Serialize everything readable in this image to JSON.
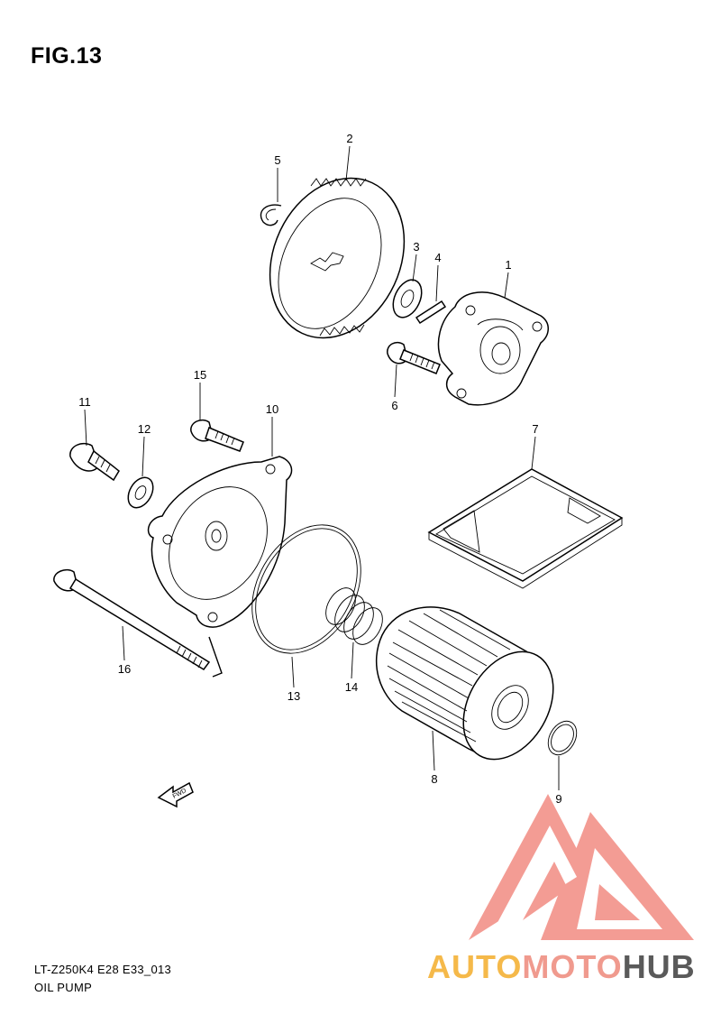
{
  "figure": {
    "title": "FIG.13",
    "model_code": "LT-Z250K4 E28 E33_013",
    "section_name": "OIL PUMP"
  },
  "callouts": [
    "1",
    "2",
    "3",
    "4",
    "5",
    "6",
    "7",
    "8",
    "9",
    "10",
    "11",
    "12",
    "13",
    "14",
    "15",
    "16"
  ],
  "direction_marker": {
    "label": "FWD"
  },
  "watermark": {
    "part_a": "AUTO",
    "part_b": "MOTO",
    "part_c": "HUB",
    "colors": {
      "logo_red": "#f28b82",
      "auto": "#f5b94a",
      "moto": "#f09a8e",
      "hub": "#5a5a5a"
    }
  }
}
